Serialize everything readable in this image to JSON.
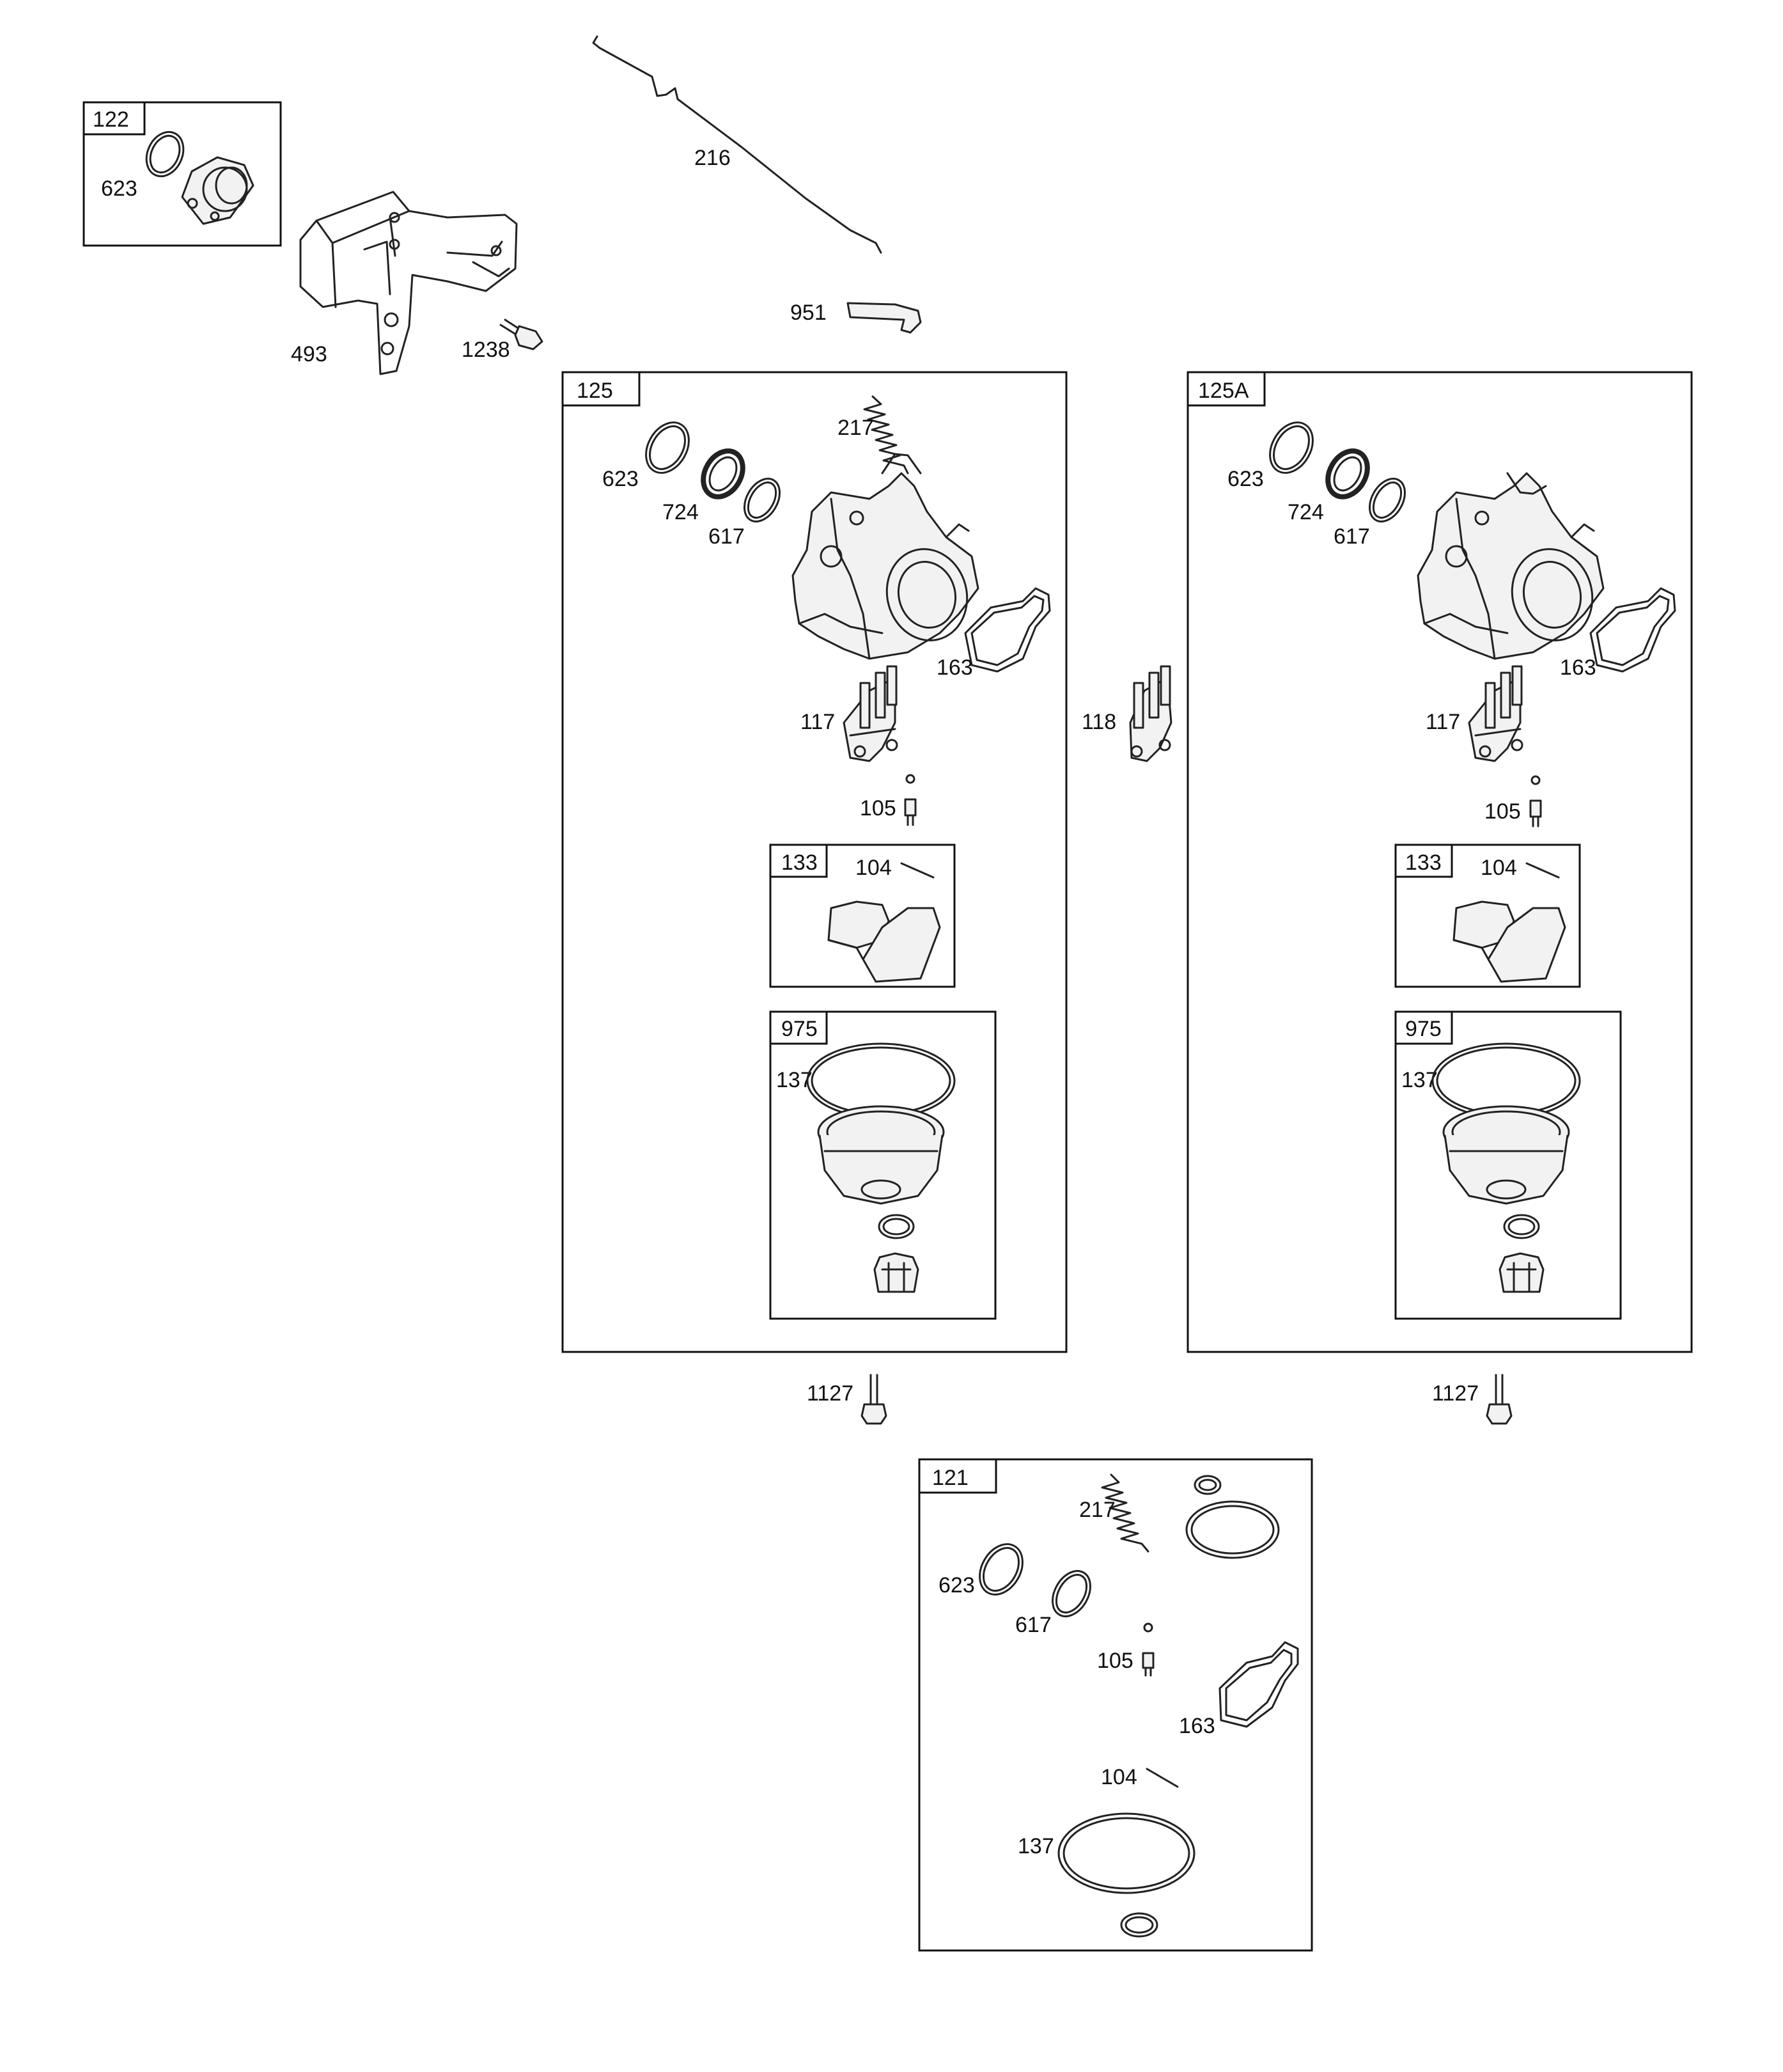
{
  "assemblies": {
    "a122": "122",
    "a125": "125",
    "a125a": "125A",
    "a133_left": "133",
    "a133_right": "133",
    "a975_left": "975",
    "a975_right": "975",
    "a121": "121"
  },
  "labels": {
    "p623_122": "623",
    "p493": "493",
    "p1238": "1238",
    "p216": "216",
    "p951": "951",
    "l_217": "217",
    "l_623": "623",
    "l_724": "724",
    "l_617": "617",
    "l_163": "163",
    "l_117": "117",
    "l_105": "105",
    "l_104": "104",
    "l_137": "137",
    "p118": "118",
    "r_623": "623",
    "r_724": "724",
    "r_617": "617",
    "r_163": "163",
    "r_117": "117",
    "r_105": "105",
    "r_104": "104",
    "r_137": "137",
    "p1127_left": "1127",
    "p1127_right": "1127",
    "k_217": "217",
    "k_623": "623",
    "k_617": "617",
    "k_105": "105",
    "k_163": "163",
    "k_104": "104",
    "k_137": "137"
  }
}
